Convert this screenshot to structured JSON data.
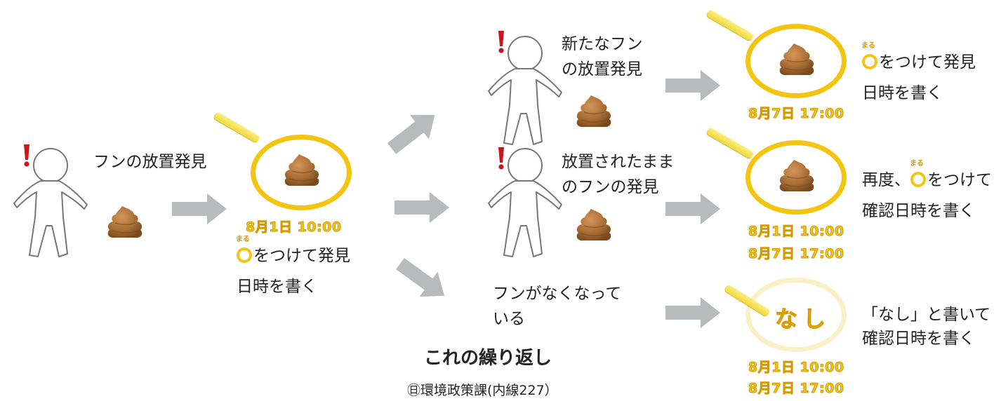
{
  "step1": {
    "label": "フンの放置発見"
  },
  "step2": {
    "date": "8月1日 10:00",
    "maru_ruby": "まる",
    "line1": "をつけて発見",
    "line2": "日時を書く"
  },
  "branch_new": {
    "label_line1": "新たなフン",
    "label_line2": "の放置発見",
    "date": "8月7日 17:00",
    "maru_ruby": "まる",
    "result_line1": "をつけて発見",
    "result_line2": "日時を書く"
  },
  "branch_remaining": {
    "label_line1": "放置されたまま",
    "label_line2": "のフンの発見",
    "date1": "8月1日 10:00",
    "date2": "8月7日 17:00",
    "result_prefix": "再度、",
    "maru_ruby": "まる",
    "result_line1": "をつけて",
    "result_line2": "確認日時を書く"
  },
  "branch_gone": {
    "label_line1": "フンがなくなって",
    "label_line2": "いる",
    "ring_text": "なし",
    "date1": "8月1日 10:00",
    "date2": "8月7日 17:00",
    "result_line1": "「なし」と書いて",
    "result_line2": "確認日時を書く"
  },
  "summary": "これの繰り返し",
  "footer": "㊐環境政策課(内線227）",
  "colors": {
    "ring": "#f3c512",
    "date_text": "#f2c318",
    "arrow": "#b9babc",
    "poop": "#a86d34",
    "exclamation": "#c8161d"
  },
  "icons": [
    "person-icon",
    "exclamation-icon",
    "poop-icon",
    "chalk-icon",
    "arrow-icon"
  ]
}
